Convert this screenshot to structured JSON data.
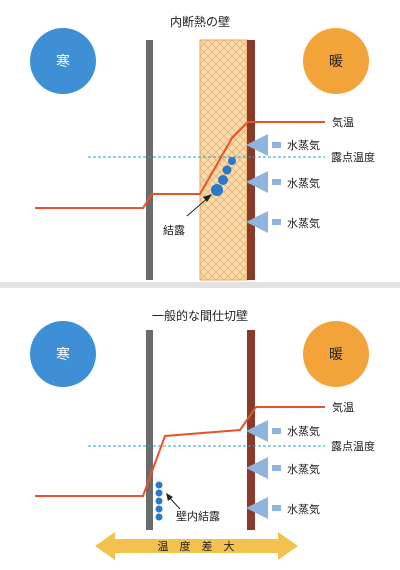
{
  "top": {
    "title": "内断熱の壁",
    "cold_label": "寒",
    "warm_label": "暖",
    "air_temp_label": "気温",
    "dew_point_label": "露点温度",
    "vapor_labels": [
      "水蒸気",
      "水蒸気",
      "水蒸気"
    ],
    "condensation_label": "結露"
  },
  "bottom": {
    "title": "一般的な間仕切壁",
    "cold_label": "寒",
    "warm_label": "暖",
    "air_temp_label": "気温",
    "dew_point_label": "露点温度",
    "vapor_labels": [
      "水蒸気",
      "水蒸気",
      "水蒸気"
    ],
    "condensation_label": "壁内結露",
    "temp_diff_label": "温　度　差　大"
  },
  "colors": {
    "cold": "#3f8fd6",
    "warm": "#f2a33a",
    "temperature_line": "#e8542a",
    "dew_line": "#2aa0c8",
    "wall_gray": "#6b6b6b",
    "wall_brown": "#8a3a2a",
    "insulation": "#f5d7a8",
    "vapor_arrow": "#8fb4dd",
    "condensation": "#2a78c8",
    "temp_diff_arrow": "#f2c14e"
  }
}
